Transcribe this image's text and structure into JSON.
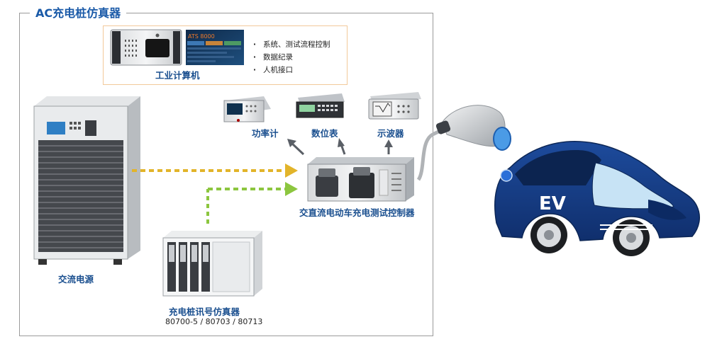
{
  "frame": {
    "title": "AC充电桩仿真器"
  },
  "ipc": {
    "label": "工业计算机",
    "screen_text": "ATS 8000",
    "features": [
      "系统、测试流程控制",
      "数据纪录",
      "人机接口"
    ]
  },
  "instruments": {
    "power_meter": "功率计",
    "dmm": "数位表",
    "oscilloscope": "示波器"
  },
  "controller": {
    "label": "交直流电动车充电测试控制器"
  },
  "ac_source": {
    "label": "交流电源"
  },
  "signal_sim": {
    "label": "充电桩讯号仿真器",
    "models": "80700-5 / 80703 / 80713"
  },
  "car": {
    "badge": "EV"
  },
  "colors": {
    "accent": "#1a5aa8",
    "arrow_yellow": "#e2b42a",
    "arrow_green": "#8cc63f",
    "car_blue": "#173e8c"
  }
}
